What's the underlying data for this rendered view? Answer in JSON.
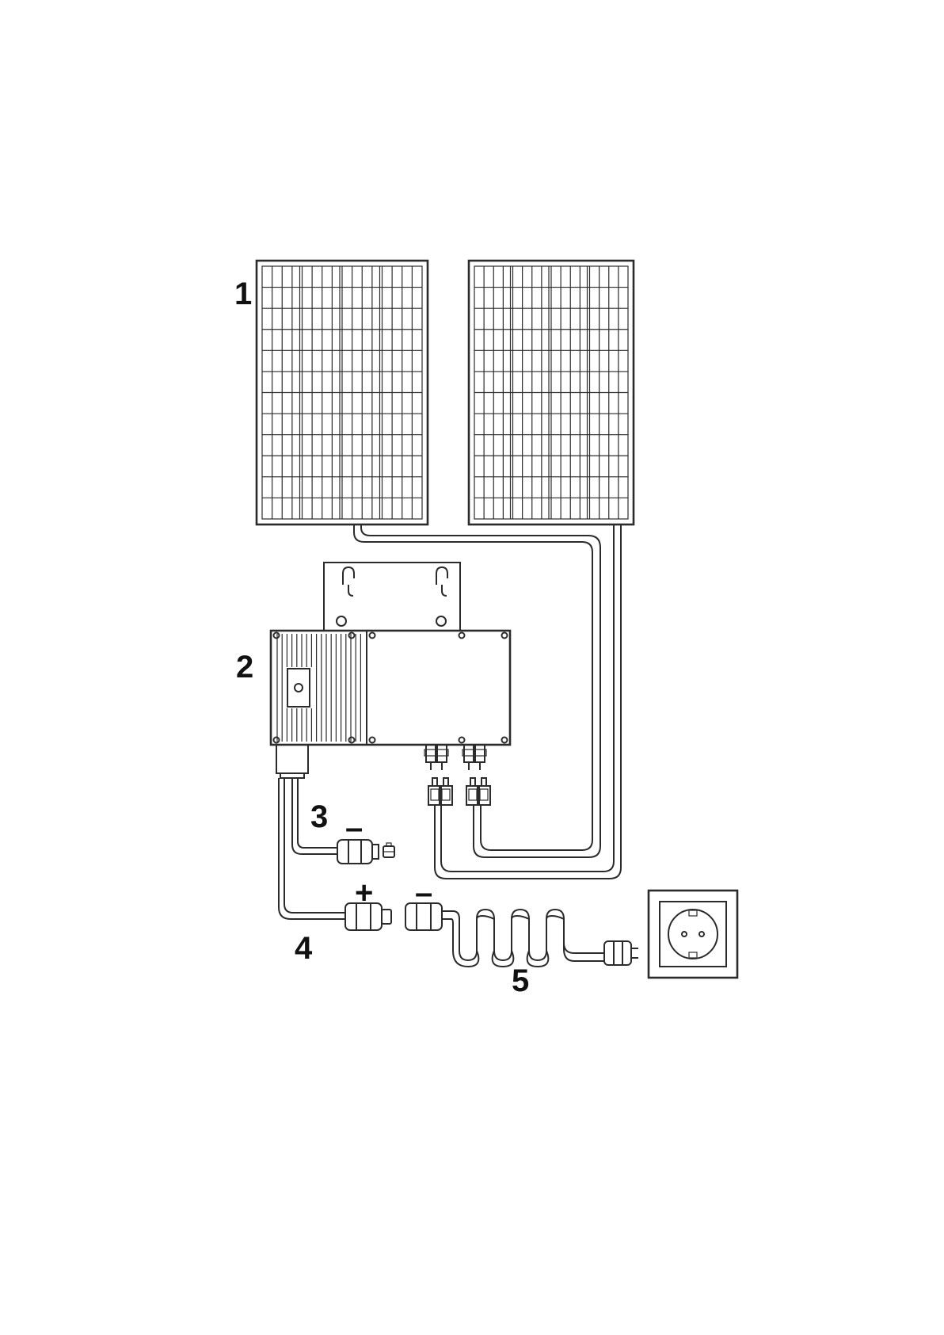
{
  "labels": {
    "panels": "1",
    "inverter": "2",
    "end_cap": "3",
    "ac_connector": "4",
    "power_cable": "5"
  },
  "signs": {
    "end_cap_polarity": "–",
    "ac_connector_polarity": "+",
    "power_cable_polarity": "–"
  },
  "icons": {
    "panel": "solar-panel-icon",
    "inverter": "micro-inverter-icon",
    "socket": "schuko-socket-icon",
    "plug": "schuko-plug-icon"
  },
  "colors": {
    "line": "#2b2b2b",
    "background": "#ffffff"
  }
}
